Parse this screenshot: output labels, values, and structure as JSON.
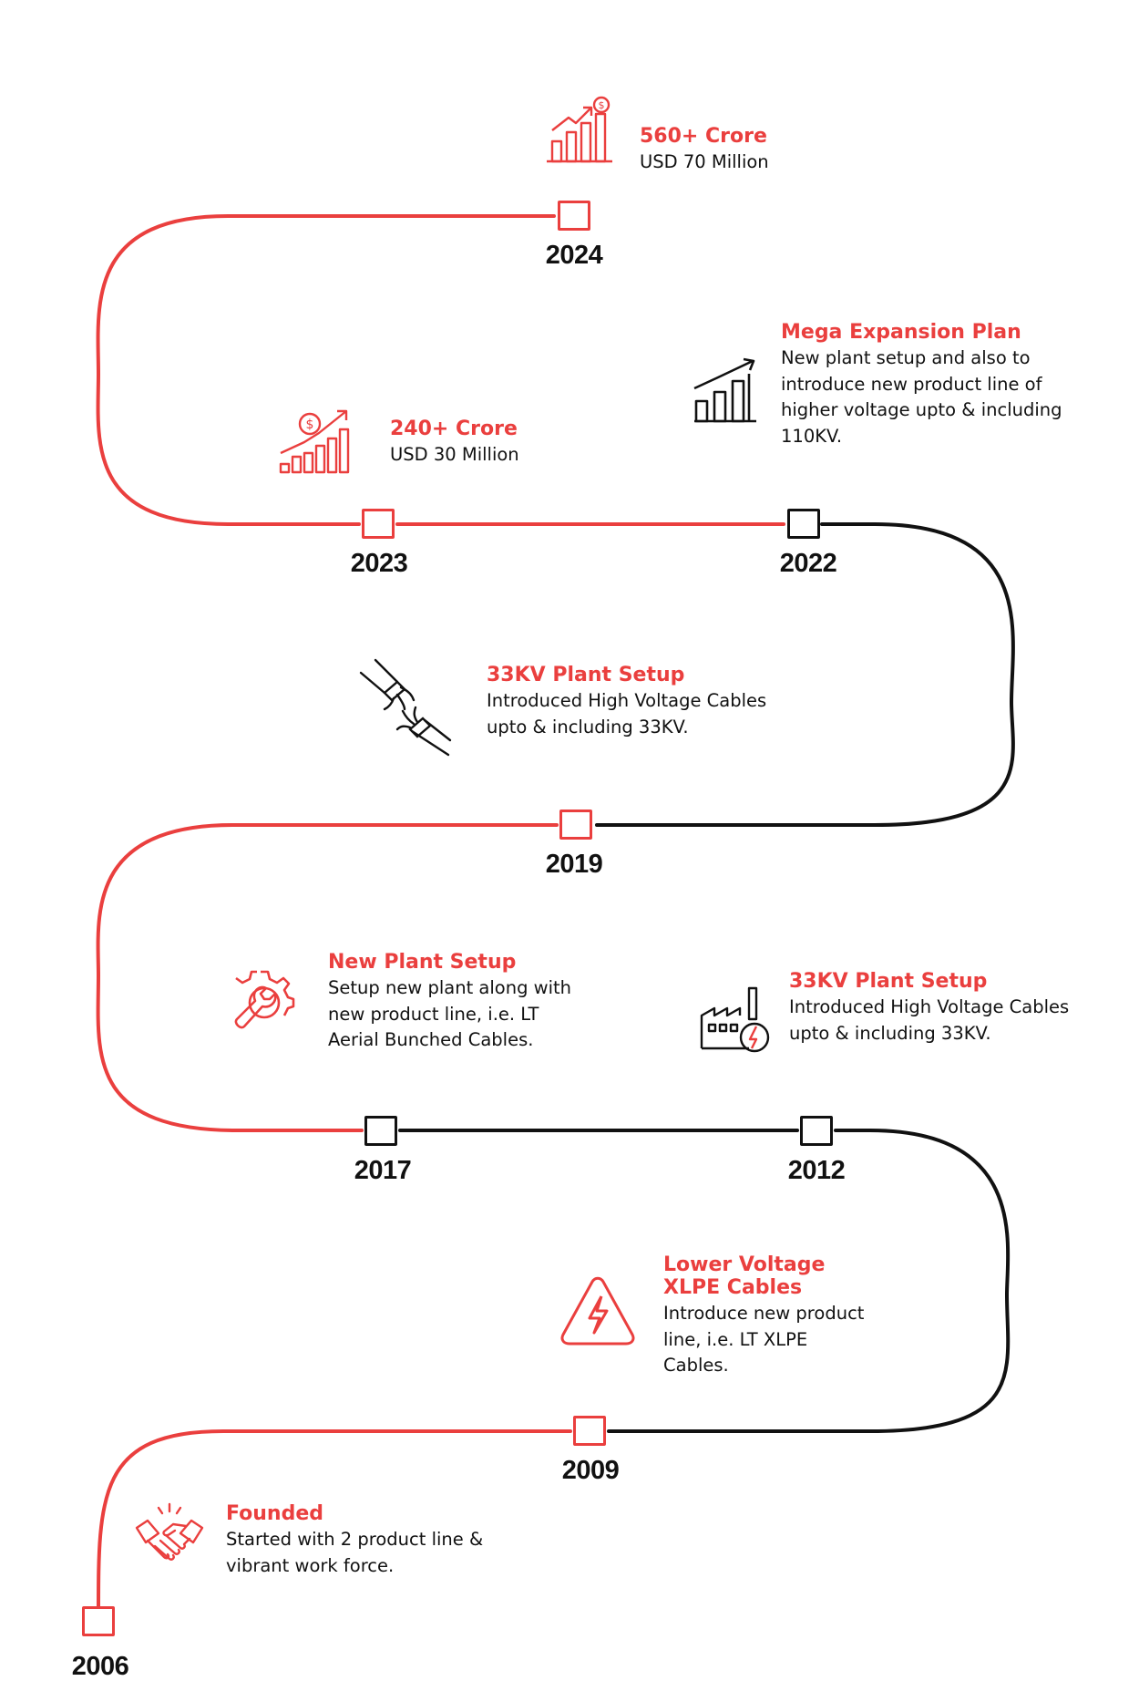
{
  "colors": {
    "accent": "#ea3f3e",
    "line_past": "#ea3f3e",
    "line_dark": "#111111"
  },
  "milestones": [
    {
      "year": "2024",
      "title": "560+ Crore",
      "desc": "USD 70 Million",
      "icon": "growth-chart-dollar-icon"
    },
    {
      "year": "2023",
      "title": "240+ Crore",
      "desc": "USD 30 Million",
      "icon": "dollar-bar-chart-icon"
    },
    {
      "year": "2022",
      "title": "Mega Expansion Plan",
      "desc": "New plant setup and also to introduce new product line of higher voltage upto & including 110KV.",
      "icon": "bar-chart-arrow-icon"
    },
    {
      "year": "2019",
      "title": "33KV Plant Setup",
      "desc": "Introduced High Voltage Cables upto & including 33KV.",
      "icon": "cable-wires-icon"
    },
    {
      "year": "2017",
      "title": "New Plant Setup",
      "desc": "Setup new plant along with new product line, i.e. LT Aerial Bunched Cables.",
      "icon": "gear-wrench-icon"
    },
    {
      "year": "2012",
      "title": "33KV Plant Setup",
      "desc": "Introduced High Voltage Cables upto & including 33KV.",
      "icon": "factory-power-icon"
    },
    {
      "year": "2009",
      "title": "Lower Voltage XLPE Cables",
      "desc": "Introduce new product line, i.e. LT XLPE Cables.",
      "icon": "high-voltage-warning-icon"
    },
    {
      "year": "2006",
      "title": "Founded",
      "desc": "Started with 2 product line & vibrant work force.",
      "icon": "handshake-icon"
    }
  ]
}
